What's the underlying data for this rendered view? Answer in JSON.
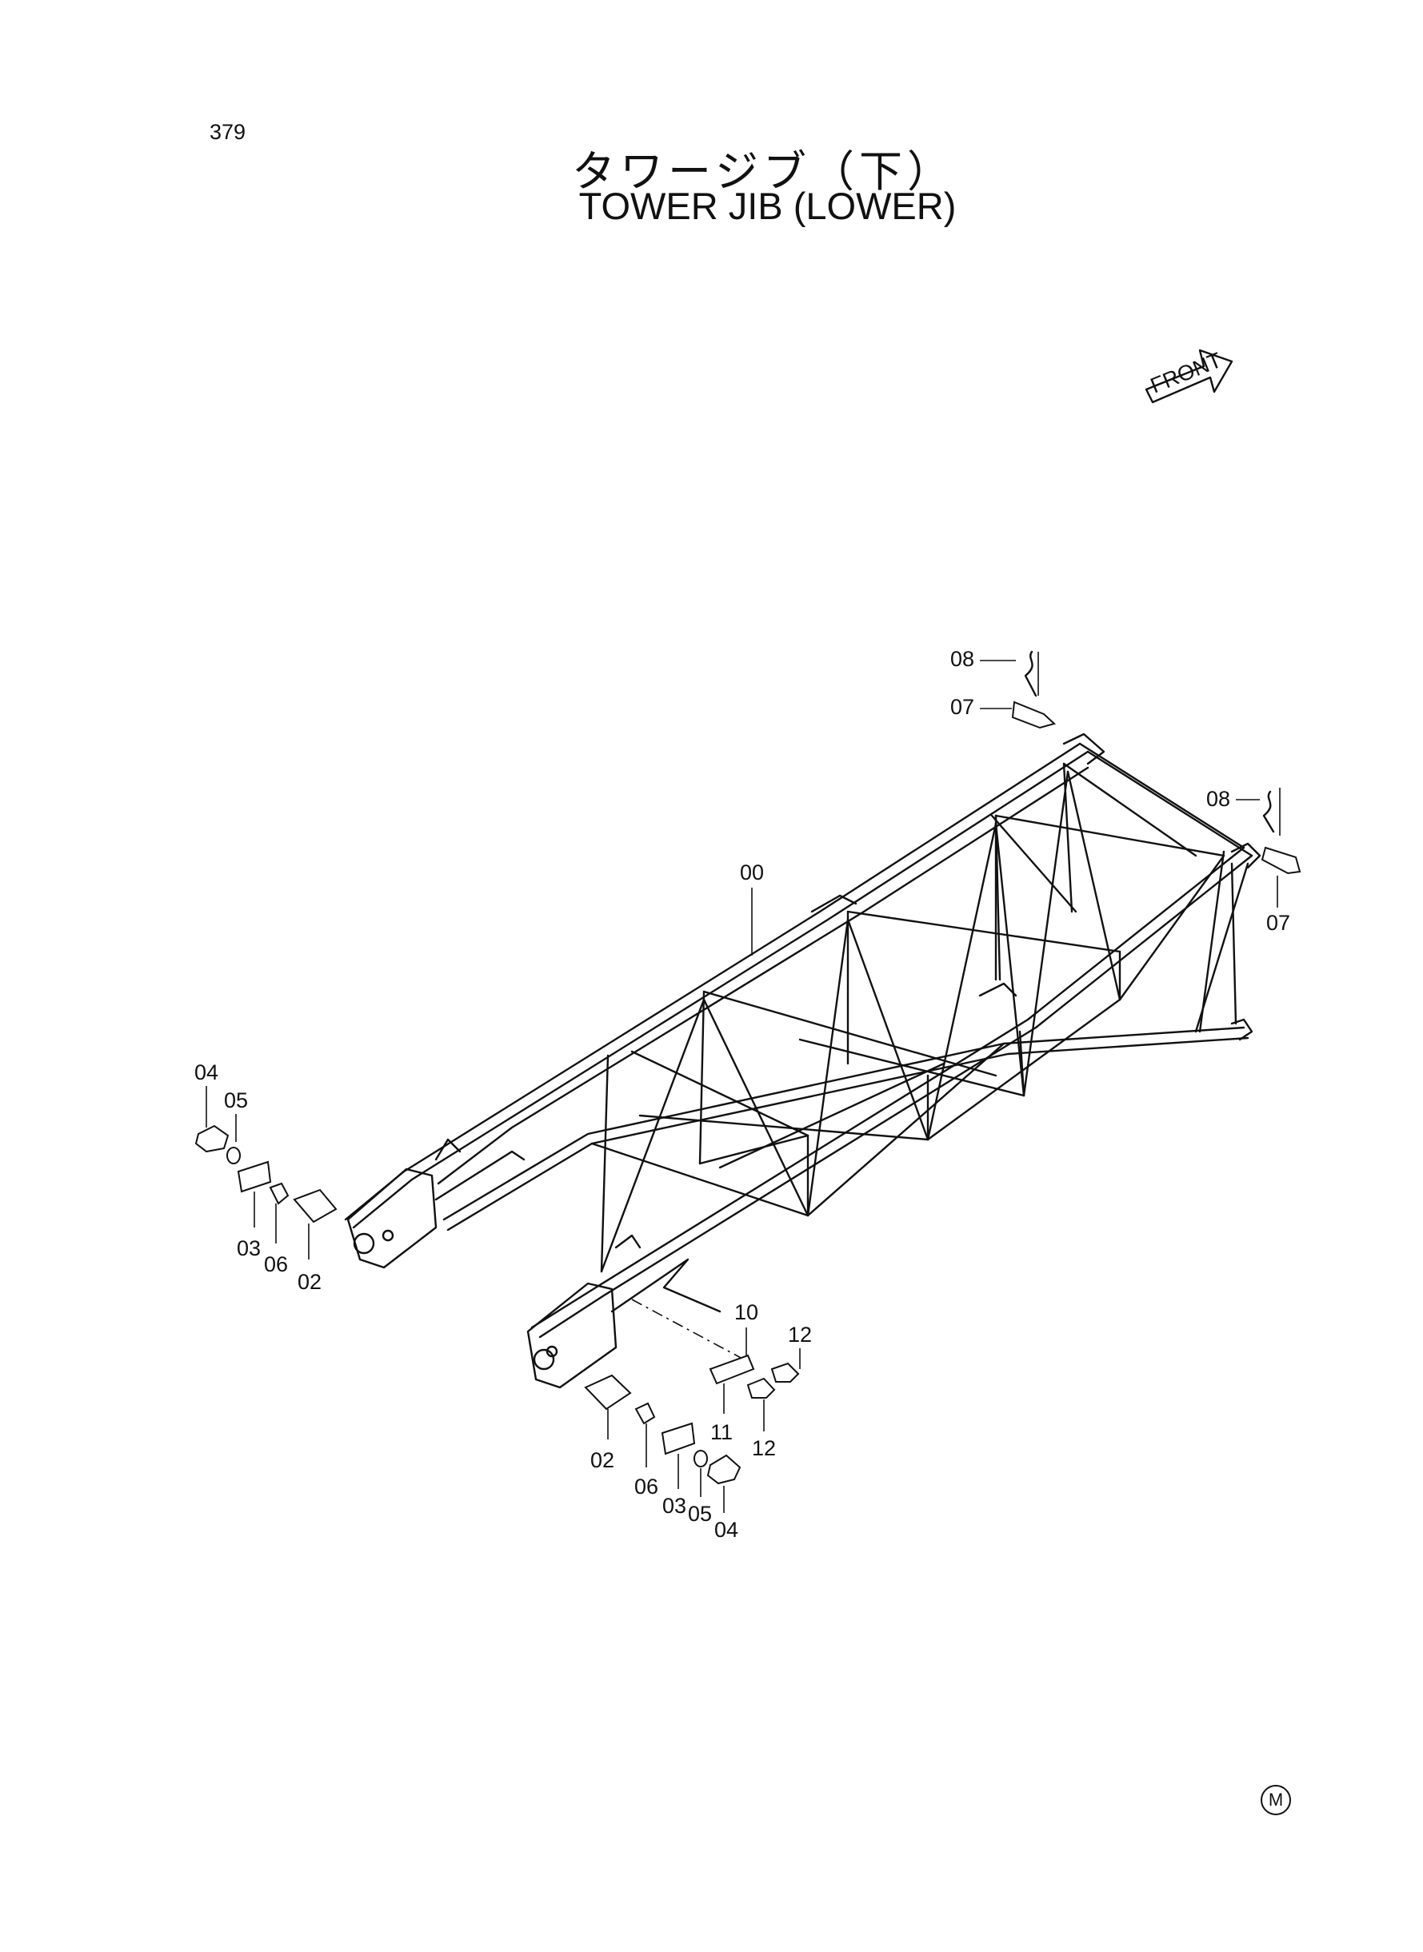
{
  "page": {
    "number": "379",
    "title_jp": "タワージブ（下）",
    "title_en": "TOWER JIB (LOWER)",
    "front_label": "FRONT",
    "footer_mark": "M"
  },
  "callouts": {
    "c00": "00",
    "c02a": "02",
    "c02b": "02",
    "c03a": "03",
    "c03b": "03",
    "c04a": "04",
    "c04b": "04",
    "c05a": "05",
    "c05b": "05",
    "c06a": "06",
    "c06b": "06",
    "c07a": "07",
    "c07b": "07",
    "c08a": "08",
    "c08b": "08",
    "c10": "10",
    "c11": "11",
    "c12a": "12",
    "c12b": "12"
  }
}
